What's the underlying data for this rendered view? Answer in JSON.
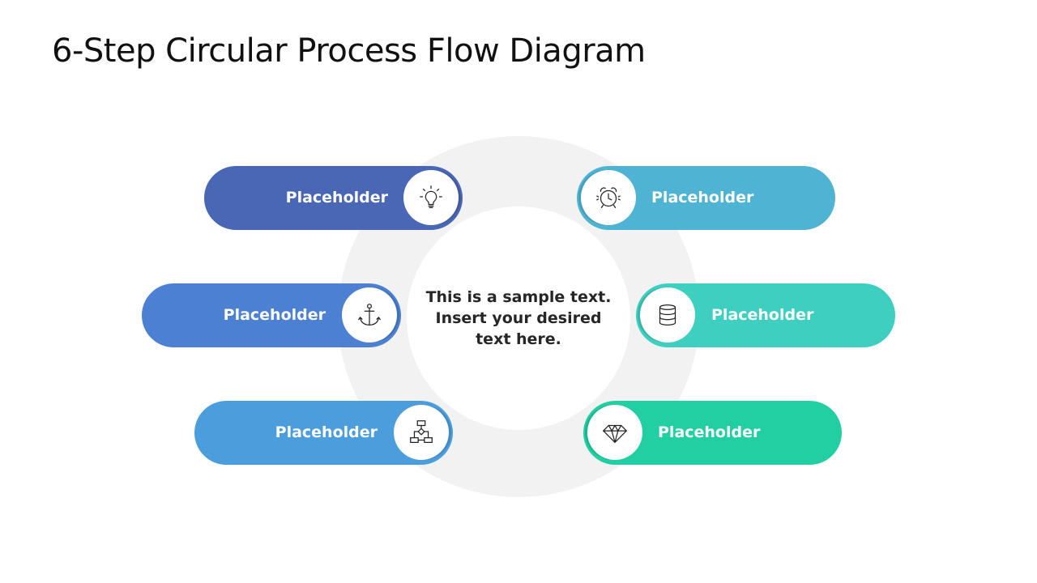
{
  "title": "6-Step Circular Process Flow Diagram",
  "center": {
    "line1": "This is a sample text.",
    "line2": "Insert your desired",
    "line3": "text here."
  },
  "steps": [
    {
      "label": "Placeholder",
      "icon": "lightbulb-icon",
      "color": "#4a67b6"
    },
    {
      "label": "Placeholder",
      "icon": "alarm-clock-icon",
      "color": "#4fb3d3"
    },
    {
      "label": "Placeholder",
      "icon": "anchor-icon",
      "color": "#4b80d2"
    },
    {
      "label": "Placeholder",
      "icon": "database-icon",
      "color": "#3ecfc1"
    },
    {
      "label": "Placeholder",
      "icon": "flowchart-icon",
      "color": "#4b9ddc"
    },
    {
      "label": "Placeholder",
      "icon": "diamond-icon",
      "color": "#22cfa3"
    }
  ]
}
